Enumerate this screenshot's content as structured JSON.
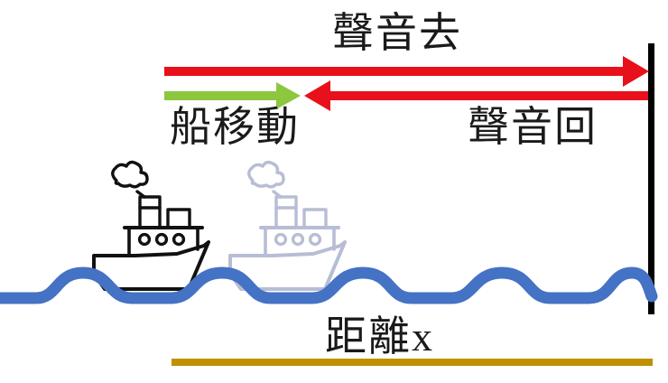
{
  "diagram": {
    "title_text": "聲音去",
    "labels": {
      "sound_out": "聲音去",
      "ship_move": "船移動",
      "sound_back": "聲音回",
      "distance": "距離x"
    },
    "colors": {
      "sound_arrow": "#e8101a",
      "ship_arrow": "#8dc63f",
      "water": "#4472c4",
      "distance_line": "#bf9000",
      "wall": "#000000",
      "ship_primary": "#000000",
      "ship_ghost": "#b7bdd4"
    },
    "elements": {
      "sound_out_arrow": "red-arrow-right",
      "sound_back_arrow": "red-arrow-left",
      "ship_move_arrow": "green-arrow-right",
      "wall": "vertical-black-bar",
      "water": "blue-wavy-line",
      "distance_bar": "gold-horizontal-line",
      "ship_start": "ship-outline-black",
      "ship_end": "ship-outline-grey"
    }
  }
}
